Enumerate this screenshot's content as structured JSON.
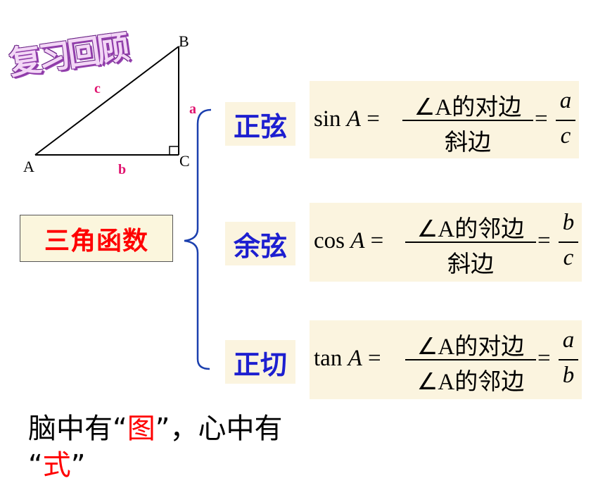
{
  "title": "复习回顾",
  "triangle": {
    "vertex_a": "A",
    "vertex_b": "B",
    "vertex_c": "C",
    "side_a": "a",
    "side_b": "b",
    "side_c": "c"
  },
  "main_label": "三角函数",
  "rows": [
    {
      "name": "正弦",
      "fn": "sin",
      "var": "A",
      "num": "∠A的对边",
      "den": "斜边",
      "rnum": "a",
      "rden": "c"
    },
    {
      "name": "余弦",
      "fn": "cos",
      "var": "A",
      "num": "∠A的邻边",
      "den": "斜边",
      "rnum": "b",
      "rden": "c"
    },
    {
      "name": "正切",
      "fn": "tan",
      "var": "A",
      "num": "∠A的对边",
      "den": "∠A的邻边",
      "rnum": "a",
      "rden": "b"
    }
  ],
  "bottom": {
    "part1": "脑中有“",
    "highlight1": "图",
    "part2": "”，心中有",
    "line2_open": "“",
    "highlight2": "式",
    "line2_close": "”"
  }
}
